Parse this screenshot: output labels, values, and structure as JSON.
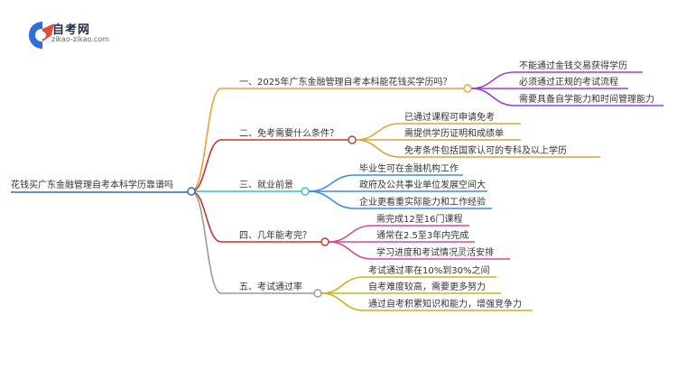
{
  "brand": {
    "name": "自考网",
    "url": "zikao-zikao.com",
    "colors": {
      "blue": "#2f6fd6",
      "red": "#e24a3b"
    }
  },
  "mindmap": {
    "root": "花钱买广东金融管理自考本科学历靠谱吗",
    "branches": [
      {
        "label": "一、2025年广东金融管理自考本科能花钱买学历吗？",
        "color": "#f1a038",
        "children": [
          "不能通过金钱交易获得学历",
          "必须通过正规的考试流程",
          "需要具备自学能力和时间管理能力"
        ],
        "child_color": "#9b3fd4"
      },
      {
        "label": "二、免考需要什么条件？",
        "color": "#c0392b",
        "children": [
          "已通过课程可申请免考",
          "需提供学历证明和成绩单",
          "免考条件包括国家认可的专科及以上学历"
        ],
        "child_color": "#d4a93b"
      },
      {
        "label": "三、就业前景",
        "color": "#2ec5c5",
        "children": [
          "毕业生可在金融机构工作",
          "政府及公共事业单位发展空间大",
          "企业更看重实际能力和工作经验"
        ],
        "child_color": "#3a8fd9"
      },
      {
        "label": "四、几年能考完？",
        "color": "#c0392b",
        "children": [
          "需完成12至16门课程",
          "通常在2.5至3年内完成",
          "学习进度和考试情况灵活安排"
        ],
        "child_color": "#d94a8f"
      },
      {
        "label": "五、考试通过率",
        "color": "#9a9a9a",
        "children": [
          "考试通过率在10%到30%之间",
          "自考难度较高，需要更多努力",
          "通过自考积累知识和能力，增强竞争力"
        ],
        "child_color": "#c8b51e"
      }
    ]
  }
}
